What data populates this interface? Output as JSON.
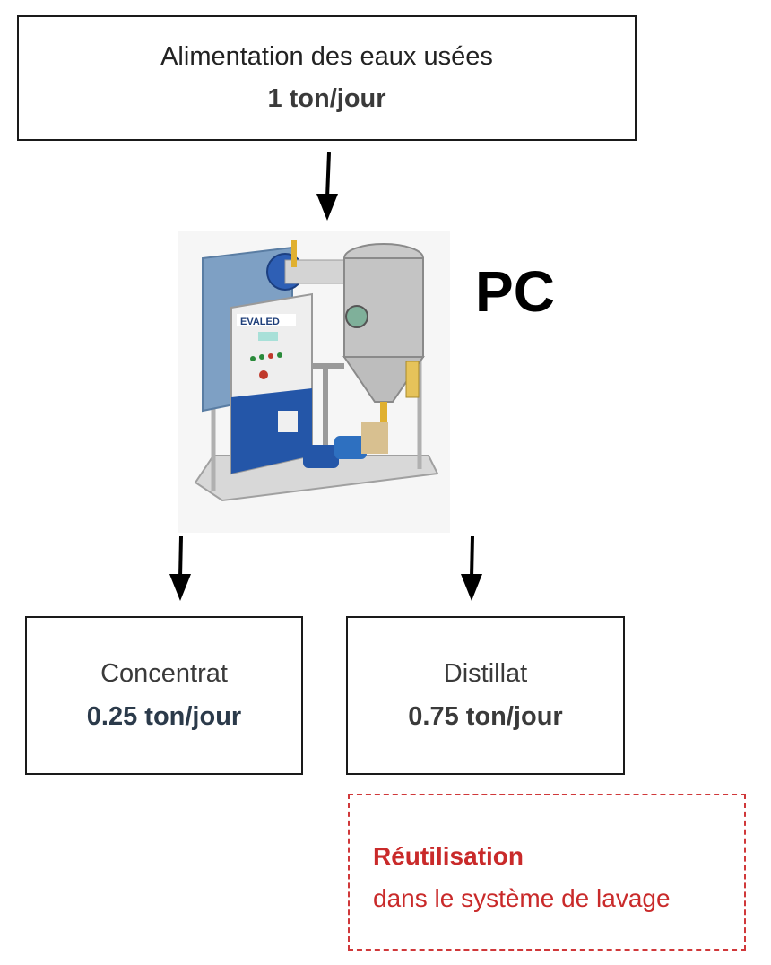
{
  "feed": {
    "label": "Alimentation des eaux usées",
    "value": "1 ton/jour"
  },
  "process": {
    "label": "PC",
    "brand": "EVALED"
  },
  "outputs": [
    {
      "label": "Concentrat",
      "value": "0.25 ton/jour"
    },
    {
      "label": "Distillat",
      "value": "0.75 ton/jour"
    }
  ],
  "reuse": {
    "title": "Réutilisation",
    "description": "dans le système de lavage"
  },
  "colors": {
    "reuse": "#c92a2a",
    "border": "#1a1a1a",
    "arrow": "#000000"
  }
}
